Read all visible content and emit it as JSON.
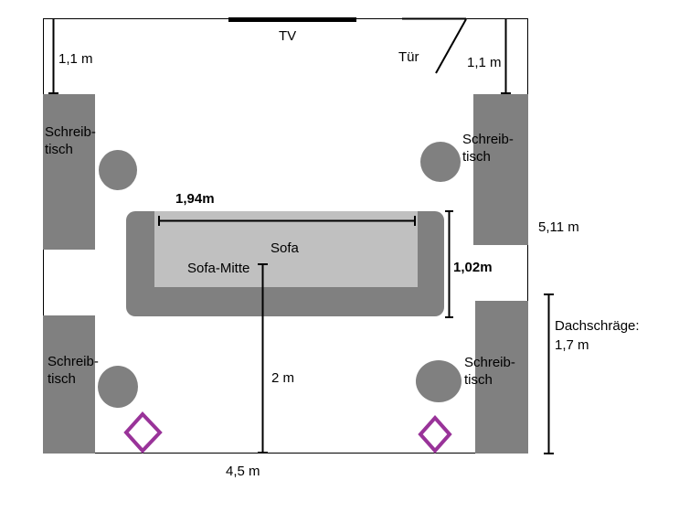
{
  "labels": {
    "tv": "TV",
    "door": "Tür",
    "top_left_gap": "1,1 m",
    "top_right_gap": "1,1 m",
    "desk_top_left": [
      "Schreib-",
      "tisch"
    ],
    "desk_top_right": [
      "Schreib-",
      "tisch"
    ],
    "desk_bottom_left": [
      "Schreib-",
      "tisch"
    ],
    "desk_bottom_right": [
      "Schreib-",
      "tisch"
    ],
    "sofa": "Sofa",
    "sofa_center": "Sofa-Mitte",
    "sofa_width": "1,94m",
    "sofa_depth": "1,02m",
    "room_depth": "5,11 m",
    "center_to_wall": "2 m",
    "room_width": "4,5 m",
    "slope": [
      "Dachschräge:",
      "1,7 m"
    ]
  },
  "colors": {
    "wall": "#000000",
    "furniture": "#808080",
    "sofa_seat": "#c0c0c0",
    "marker": "#993399"
  }
}
